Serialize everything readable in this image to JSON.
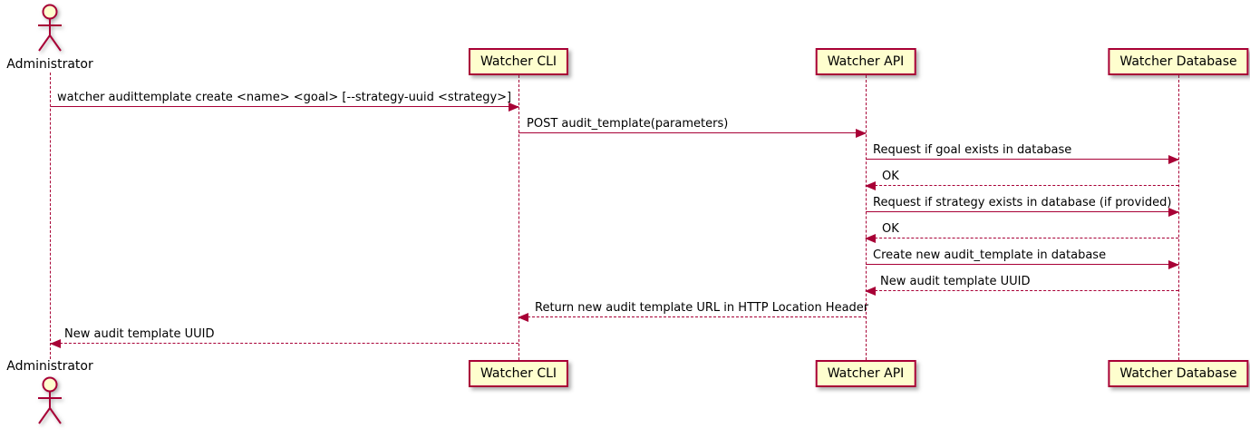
{
  "diagram_type": "uml-sequence",
  "participants": [
    {
      "id": "administrator",
      "name": "Administrator",
      "type": "actor"
    },
    {
      "id": "watcher-cli",
      "name": "Watcher CLI",
      "type": "participant"
    },
    {
      "id": "watcher-api",
      "name": "Watcher API",
      "type": "participant"
    },
    {
      "id": "watcher-database",
      "name": "Watcher Database",
      "type": "participant"
    }
  ],
  "messages": [
    {
      "from": "Administrator",
      "to": "Watcher CLI",
      "label": "watcher audittemplate create <name> <goal> [--strategy-uuid <strategy>]",
      "line": "solid"
    },
    {
      "from": "Watcher CLI",
      "to": "Watcher API",
      "label": "POST audit_template(parameters)",
      "line": "solid"
    },
    {
      "from": "Watcher API",
      "to": "Watcher Database",
      "label": "Request if goal exists in database",
      "line": "solid"
    },
    {
      "from": "Watcher Database",
      "to": "Watcher API",
      "label": "OK",
      "line": "dashed"
    },
    {
      "from": "Watcher API",
      "to": "Watcher Database",
      "label": "Request if strategy exists in database (if provided)",
      "line": "solid"
    },
    {
      "from": "Watcher Database",
      "to": "Watcher API",
      "label": "OK",
      "line": "dashed"
    },
    {
      "from": "Watcher API",
      "to": "Watcher Database",
      "label": "Create new audit_template in database",
      "line": "solid"
    },
    {
      "from": "Watcher Database",
      "to": "Watcher API",
      "label": "New audit template UUID",
      "line": "dashed"
    },
    {
      "from": "Watcher API",
      "to": "Watcher CLI",
      "label": "Return new audit template URL in HTTP Location Header",
      "line": "dashed"
    },
    {
      "from": "Watcher CLI",
      "to": "Administrator",
      "label": "New audit template UUID",
      "line": "dashed"
    }
  ],
  "colors": {
    "stroke": "#A80036",
    "fill": "#FEFECE",
    "text": "#000000",
    "background": "#FFFFFF"
  }
}
